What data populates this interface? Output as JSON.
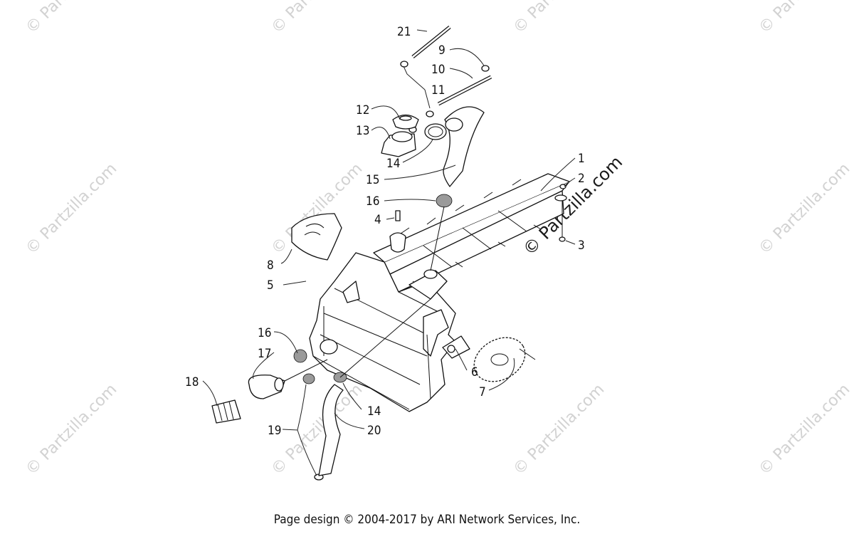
{
  "watermark": {
    "text": "© Partzilla.com",
    "main_text": "© Partzilla.com",
    "color": "#d2d2d2"
  },
  "callouts": {
    "c1": "1",
    "c2": "2",
    "c3": "3",
    "c4": "4",
    "c5": "5",
    "c6": "6",
    "c7": "7",
    "c8": "8",
    "c9": "9",
    "c10": "10",
    "c11": "11",
    "c12": "12",
    "c13": "13",
    "c14a": "14",
    "c14b": "14",
    "c15": "15",
    "c16a": "16",
    "c16b": "16",
    "c17": "17",
    "c18": "18",
    "c19": "19",
    "c20": "20",
    "c21": "21"
  },
  "footer": {
    "text": "Page design © 2004-2017 by ARI Network Services, Inc."
  }
}
